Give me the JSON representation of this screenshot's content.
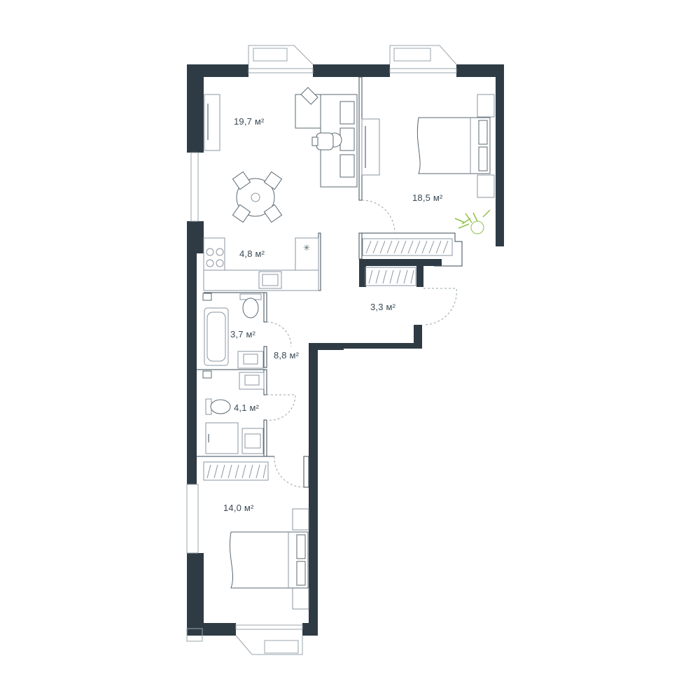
{
  "rooms": {
    "living_room": {
      "area": "19,7 м²"
    },
    "bedroom_large": {
      "area": "18,5 м²"
    },
    "kitchen": {
      "area": "4,8 м²"
    },
    "storage": {
      "area": "3,3 м²"
    },
    "bathroom": {
      "area": "3,7 м²"
    },
    "hallway": {
      "area": "8,8 м²"
    },
    "wc": {
      "area": "4,1 м²"
    },
    "bedroom_small": {
      "area": "14,0 м²"
    }
  },
  "colors": {
    "wall": "#2e3b45",
    "line": "#3a4a55",
    "plant": "#8fc24a"
  }
}
